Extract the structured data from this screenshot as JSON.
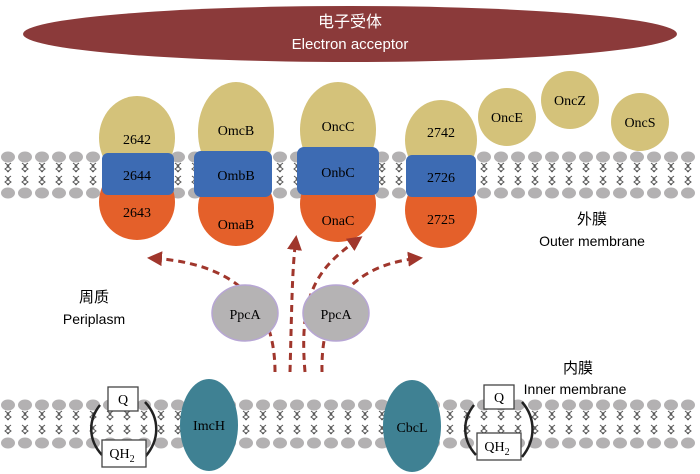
{
  "acceptor": {
    "cn": "电子受体",
    "en": "Electron acceptor"
  },
  "outer_membrane": {
    "cn": "外膜",
    "en": "Outer membrane"
  },
  "periplasm": {
    "cn": "周质",
    "en": "Periplasm"
  },
  "inner_membrane": {
    "cn": "内膜",
    "en": "Inner membrane"
  },
  "complexes": [
    {
      "top": "2642",
      "middle": "2644",
      "bottom": "2643"
    },
    {
      "top": "OmcB",
      "middle": "OmbB",
      "bottom": "OmaB"
    },
    {
      "top": "OncC",
      "middle": "OnbC",
      "bottom": "OnaC"
    },
    {
      "top": "2742",
      "middle": "2726",
      "bottom": "2725"
    }
  ],
  "free_proteins": [
    "OncE",
    "OncZ",
    "OncS"
  ],
  "periplasmic": [
    "PpcA",
    "PpcA"
  ],
  "inner_proteins": [
    "ImcH",
    "CbcL"
  ],
  "quinone": {
    "q": "Q",
    "qh2_base": "QH",
    "qh2_sub": "2"
  },
  "colors": {
    "acceptor": "#8b3a3a",
    "top_protein": "#d4c27a",
    "middle_protein": "#3d6bb3",
    "bottom_protein": "#e4602a",
    "periplasmic": "#b5b3b4",
    "inner_protein": "#3f8193",
    "arrow": "#a0362c"
  }
}
